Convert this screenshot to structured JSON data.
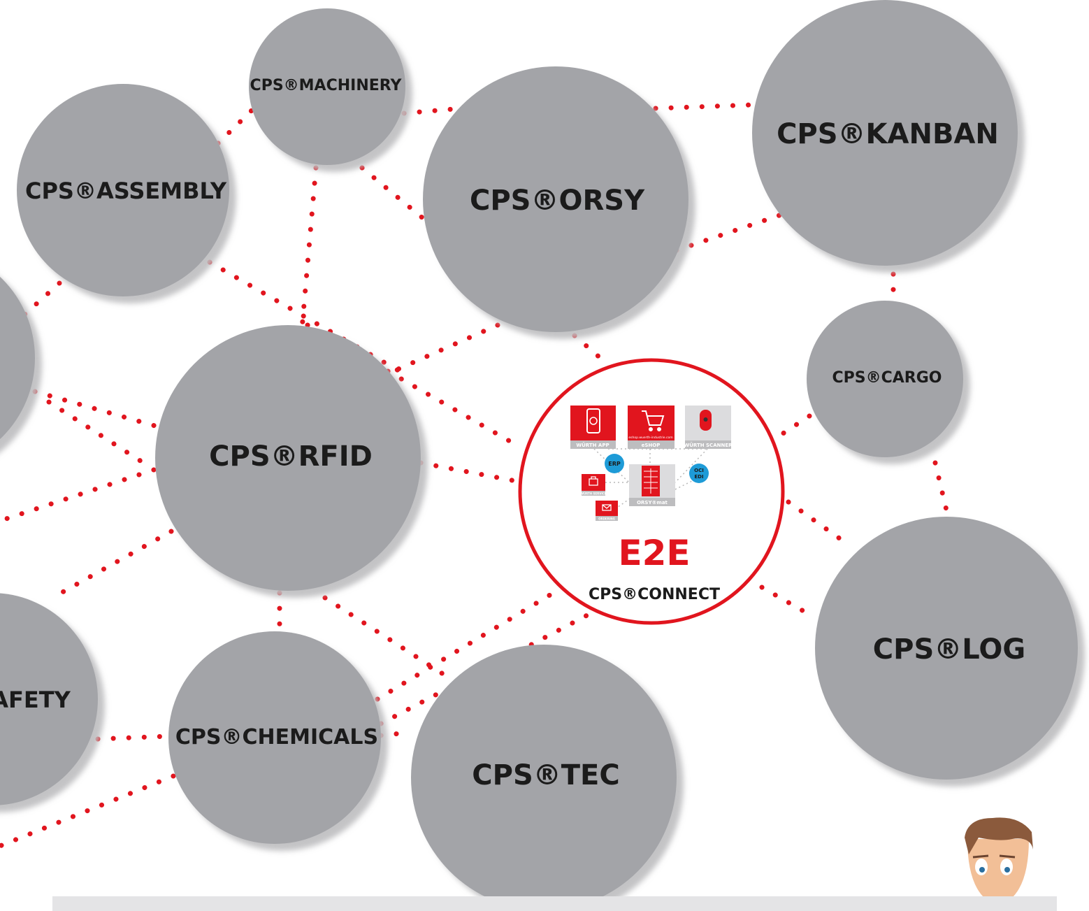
{
  "nodes": [
    {
      "id": "machinery",
      "label": "CPS®MACHINERY"
    },
    {
      "id": "kanban",
      "label": "CPS®KANBAN"
    },
    {
      "id": "assembly",
      "label": "CPS®ASSEMBLY"
    },
    {
      "id": "orsy",
      "label": "CPS®ORSY"
    },
    {
      "id": "cargo",
      "label": "CPS®CARGO"
    },
    {
      "id": "rfid",
      "label": "CPS®RFID"
    },
    {
      "id": "log",
      "label": "CPS®LOG"
    },
    {
      "id": "safety",
      "label": "AFETY"
    },
    {
      "id": "chemicals",
      "label": "CPS®CHEMICALS"
    },
    {
      "id": "tec",
      "label": "CPS®TEC"
    }
  ],
  "connect": {
    "headline": "E2E",
    "label": "CPS®CONNECT",
    "tiles": [
      {
        "id": "app",
        "label": "WÜRTH APP",
        "icon": "phone-icon"
      },
      {
        "id": "eshop",
        "label": "eSHOP",
        "sublabel": "eshop.wuerth-industrie.com",
        "icon": "cart-icon"
      },
      {
        "id": "scanner",
        "label": "WÜRTH SCANNER",
        "icon": "scanner-icon"
      },
      {
        "id": "orsymat",
        "label": "ORSY®mat",
        "icon": "vending-machine-icon"
      },
      {
        "id": "service",
        "label": "WÜRTH SERVICE",
        "icon": "briefcase-icon"
      },
      {
        "id": "ordering",
        "label": "ORDERING",
        "icon": "mail-icon"
      }
    ],
    "badges": [
      {
        "id": "erp",
        "label": "ERP"
      },
      {
        "id": "oci",
        "label": "OCI",
        "label2": "EDI"
      }
    ]
  },
  "colors": {
    "node": "#a3a4a8",
    "node_shadow": "#d6d6d8",
    "accent": "#e1151e",
    "badge": "#1e9bd7",
    "footer": "#e4e4e6"
  },
  "mascot": {
    "icon": "mascot-face-icon"
  }
}
